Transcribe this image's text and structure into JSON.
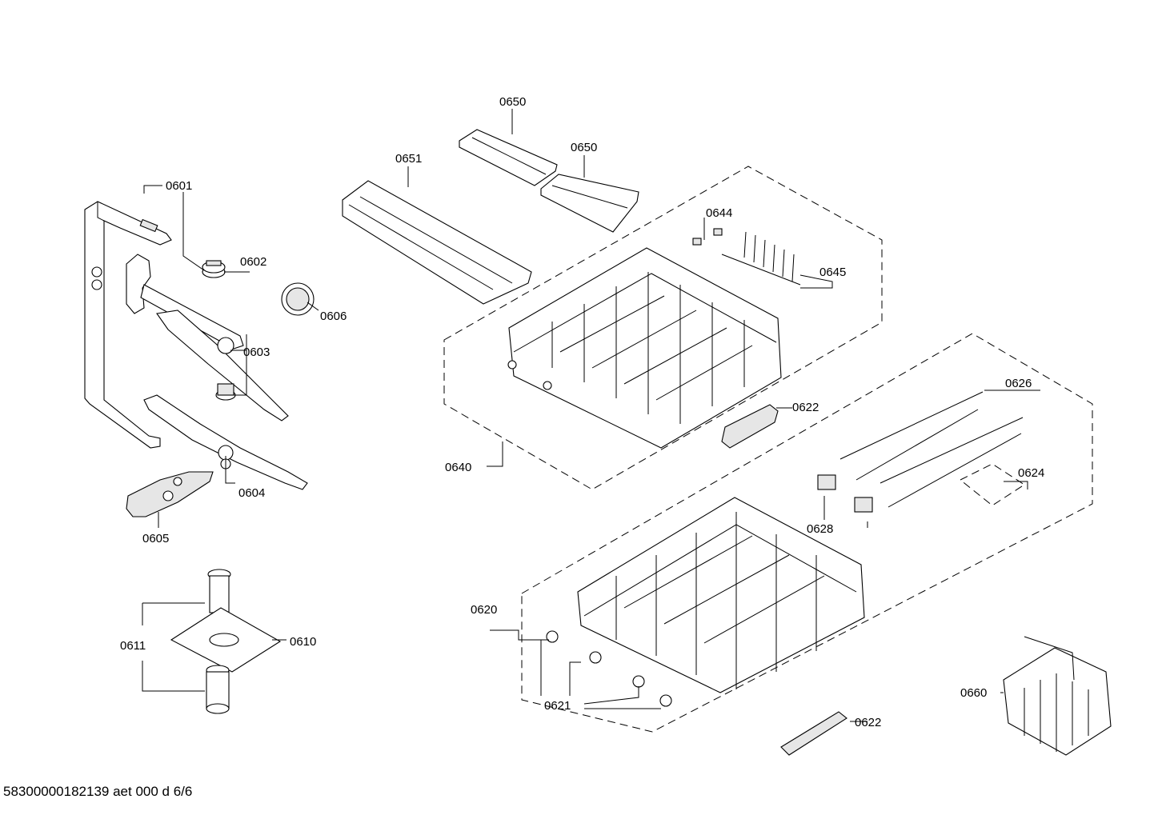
{
  "parts": {
    "p0601": "0601",
    "p0602": "0602",
    "p0603": "0603",
    "p0604": "0604",
    "p0605": "0605",
    "p0606": "0606",
    "p0610": "0610",
    "p0611": "0611",
    "p0620": "0620",
    "p0621": "0621",
    "p0622_upper": "0622",
    "p0622_lower": "0622",
    "p0624": "0624",
    "p0626": "0626",
    "p0628": "0628",
    "p0640": "0640",
    "p0644": "0644",
    "p0645": "0645",
    "p0650_a": "0650",
    "p0650_b": "0650",
    "p0651": "0651",
    "p0660": "0660"
  },
  "footer": "58300000182139 aet 000 d 6/6"
}
